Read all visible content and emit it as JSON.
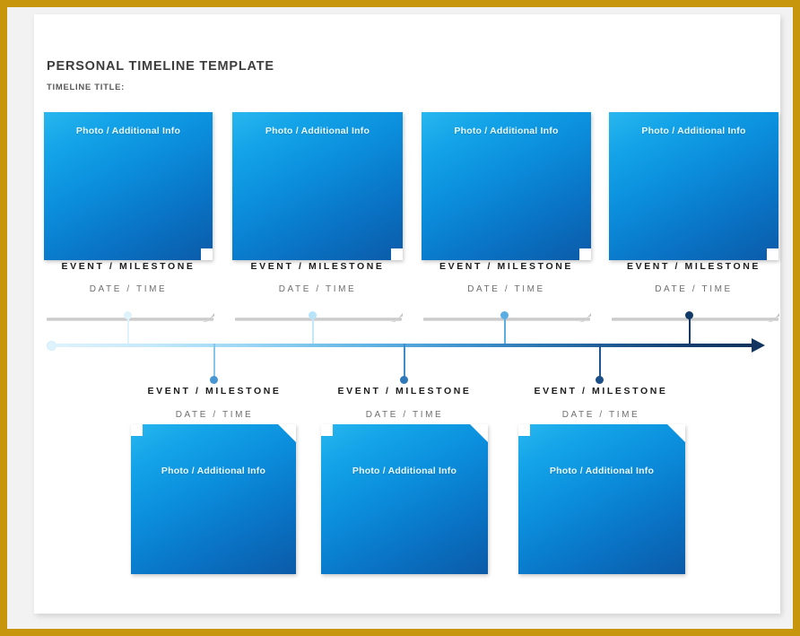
{
  "document": {
    "title": "PERSONAL TIMELINE TEMPLATE",
    "subtitle": "TIMELINE TITLE:"
  },
  "labels": {
    "photo": "Photo / Additional Info",
    "event": "EVENT / MILESTONE",
    "date": "DATE / TIME"
  },
  "colors": {
    "frame_border": "#c8960c",
    "page_background": "#ffffff",
    "card_gradient_light": "#29b7ef",
    "card_gradient_dark": "#0b5ba8",
    "axis_light": "#dff3fd",
    "axis_dark": "#11335c",
    "event_text": "#1c1c1c",
    "date_text": "#6e6e70",
    "shelf_gray": "#c6c6c6"
  },
  "timeline": {
    "axis_start_dot_color": "#dff3fd",
    "arrow_color": "#12365f",
    "milestones_above": [
      {
        "index": 1,
        "photo": "Photo / Additional Info",
        "event": "EVENT / MILESTONE",
        "date": "DATE / TIME",
        "connector_color": "#dff3fd"
      },
      {
        "index": 2,
        "photo": "Photo / Additional Info",
        "event": "EVENT / MILESTONE",
        "date": "DATE / TIME",
        "connector_color": "#b7e4fa"
      },
      {
        "index": 3,
        "photo": "Photo / Additional Info",
        "event": "EVENT / MILESTONE",
        "date": "DATE / TIME",
        "connector_color": "#5aaee2"
      },
      {
        "index": 4,
        "photo": "Photo / Additional Info",
        "event": "EVENT / MILESTONE",
        "date": "DATE / TIME",
        "connector_color": "#123a66"
      }
    ],
    "milestones_below": [
      {
        "index": 1,
        "photo": "Photo / Additional Info",
        "event": "EVENT / MILESTONE",
        "date": "DATE / TIME",
        "connector_color": "#87c6ec"
      },
      {
        "index": 2,
        "photo": "Photo / Additional Info",
        "event": "EVENT / MILESTONE",
        "date": "DATE / TIME",
        "connector_color": "#3f8cc9"
      },
      {
        "index": 3,
        "photo": "Photo / Additional Info",
        "event": "EVENT / MILESTONE",
        "date": "DATE / TIME",
        "connector_color": "#1f5590"
      }
    ]
  }
}
